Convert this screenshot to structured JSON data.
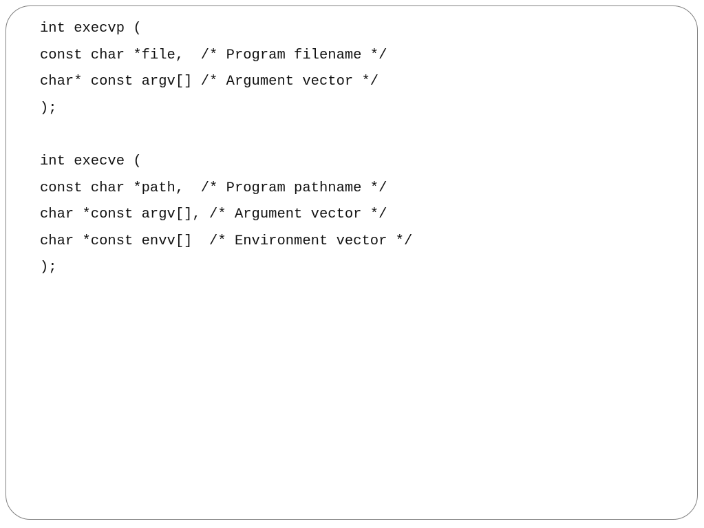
{
  "slide": {
    "function_1": {
      "lines": [
        "int execvp (",
        "const char *file,  /* Program filename */",
        "char* const argv[] /* Argument vector */",
        ");"
      ]
    },
    "function_2": {
      "lines": [
        "int execve (",
        "const char *path,  /* Program pathname */",
        "char *const argv[], /* Argument vector */",
        "char *const envv[]  /* Environment vector */",
        ");"
      ]
    }
  }
}
